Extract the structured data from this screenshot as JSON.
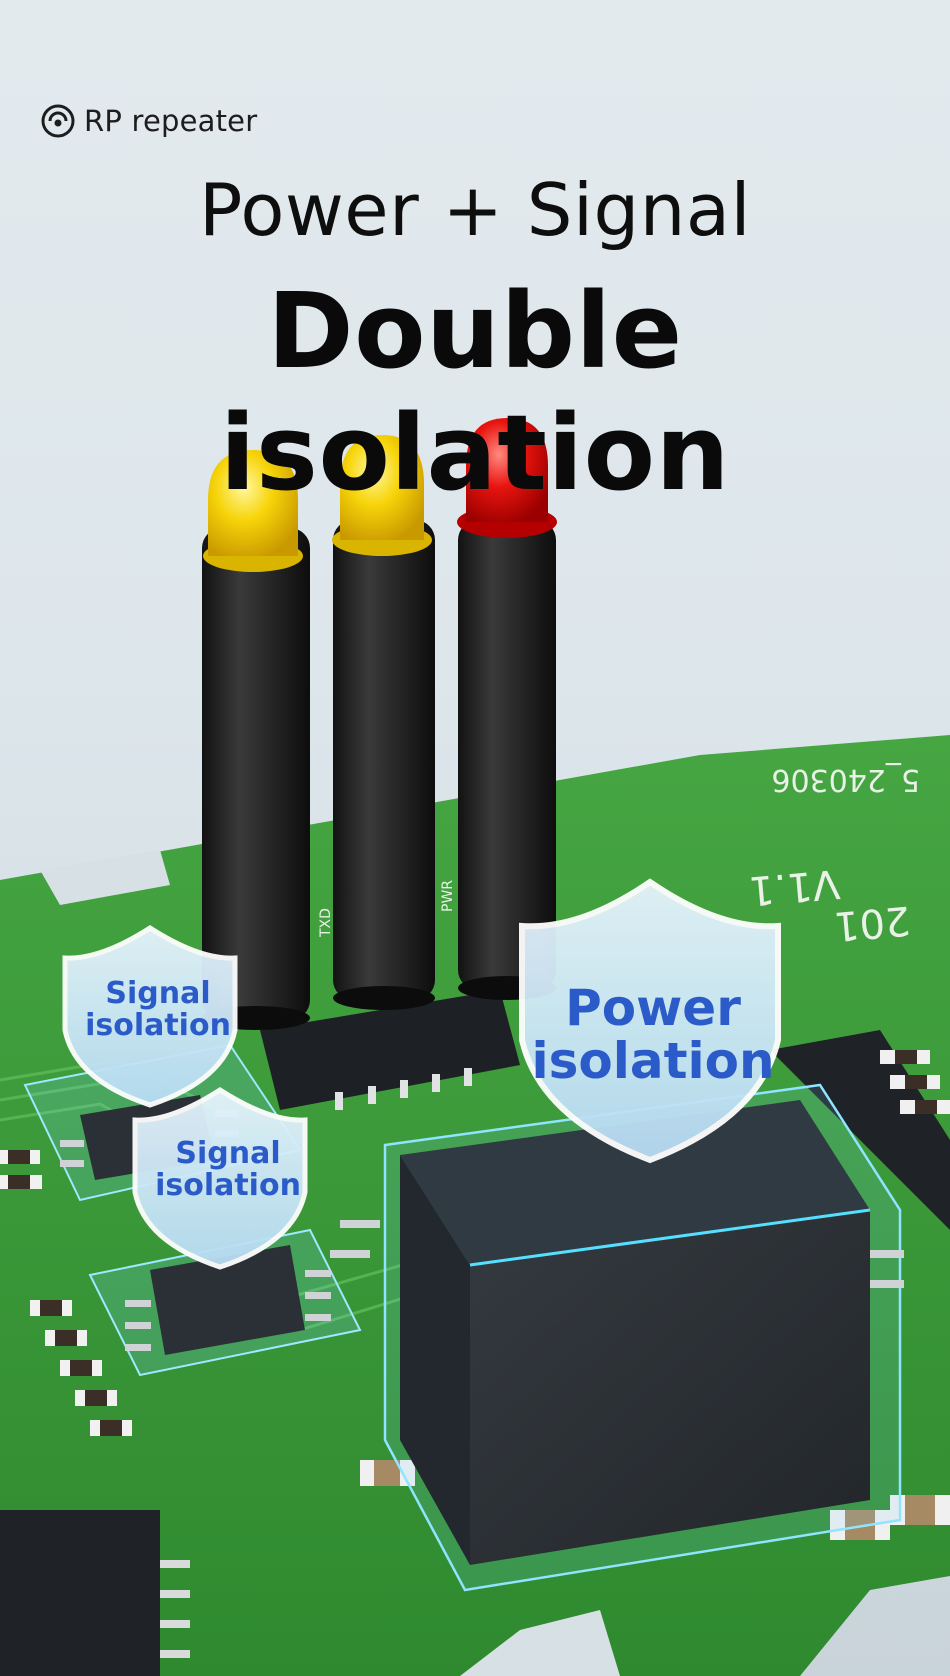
{
  "brand": {
    "icon": "wireless-signal-icon",
    "name": "RP repeater"
  },
  "headline": {
    "line1": "Power + Signal",
    "line2": "Double isolation"
  },
  "shields": [
    {
      "label": "Signal isolation"
    },
    {
      "label": "Signal isolation"
    },
    {
      "label": "Power isolation"
    }
  ],
  "pcb_silkscreen": {
    "code": "5_240306",
    "version": "V1.1",
    "year": "201",
    "tx": "TXD",
    "pwr": "PWR"
  },
  "colors": {
    "pcb_green": "#3c9a3a",
    "led_yellow": "#f5d20a",
    "led_red": "#e0100c",
    "shield_text": "#2a5bc9",
    "chip": "#2b2f33"
  }
}
